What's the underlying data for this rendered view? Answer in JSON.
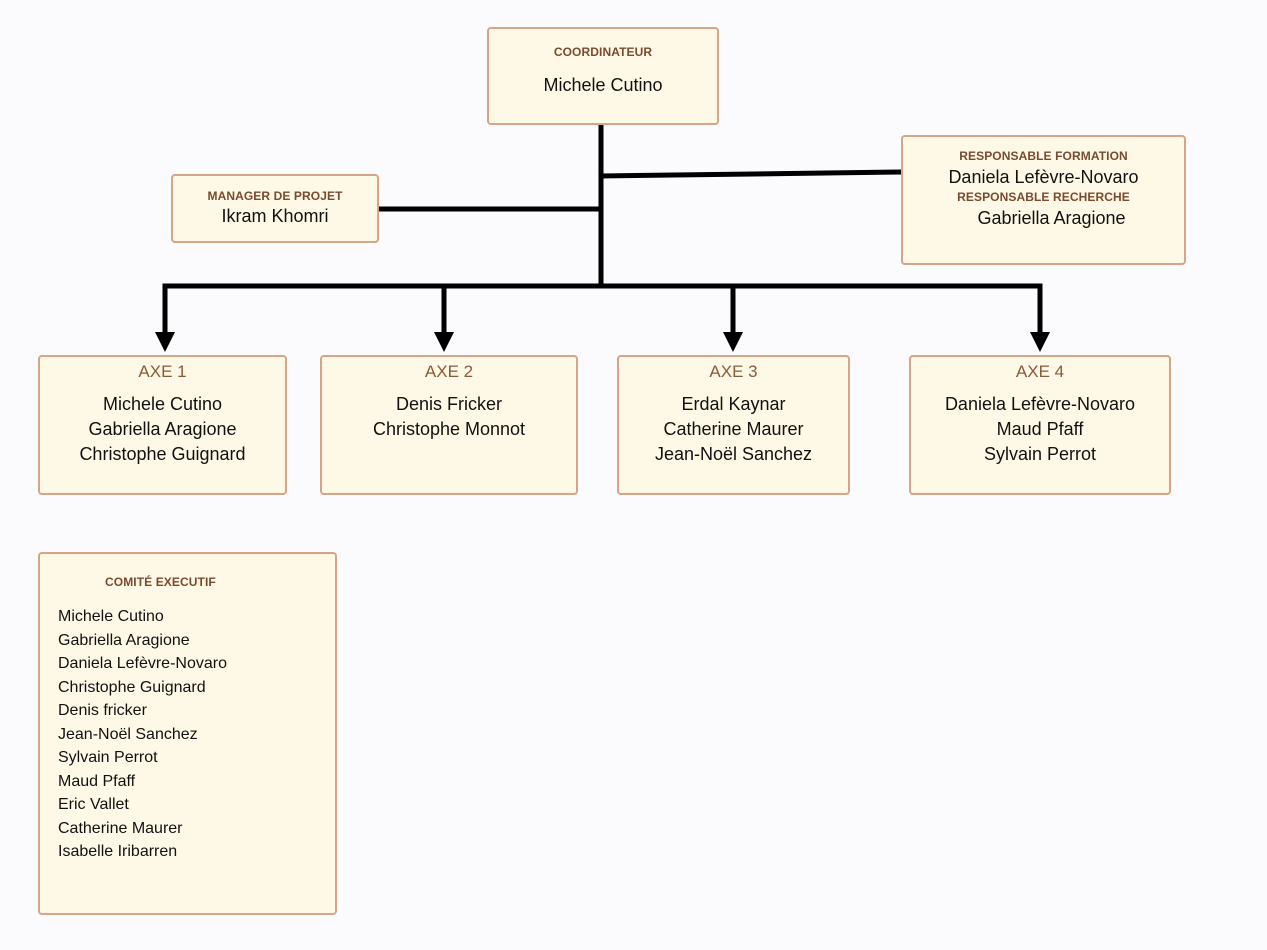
{
  "coordinateur": {
    "role": "COORDINATEUR",
    "name": "Michele Cutino"
  },
  "manager": {
    "role": "MANAGER DE PROJET",
    "name": "Ikram Khomri"
  },
  "responsables": {
    "formation_role": "RESPONSABLE FORMATION",
    "formation_name": "Daniela Lefèvre-Novaro",
    "recherche_role": "RESPONSABLE RECHERCHE",
    "recherche_name": "Gabriella Aragione"
  },
  "axes": [
    {
      "title": "AXE 1",
      "members": [
        "Michele Cutino",
        "Gabriella Aragione",
        "Christophe Guignard"
      ]
    },
    {
      "title": "AXE 2",
      "members": [
        "Denis Fricker",
        "Christophe Monnot"
      ]
    },
    {
      "title": "AXE 3",
      "members": [
        "Erdal Kaynar",
        "Catherine Maurer",
        "Jean-Noël Sanchez"
      ]
    },
    {
      "title": "AXE 4",
      "members": [
        "Daniela Lefèvre-Novaro",
        "Maud Pfaff",
        "Sylvain Perrot"
      ]
    }
  ],
  "comite": {
    "title": "COMITÉ EXECUTIF",
    "members": [
      "Michele Cutino",
      "Gabriella Aragione",
      "Daniela Lefèvre-Novaro",
      "Christophe Guignard",
      "Denis fricker",
      "Jean-Noël Sanchez",
      "Sylvain Perrot",
      "Maud Pfaff",
      "Eric Vallet",
      "Catherine Maurer",
      "Isabelle Iribarren"
    ]
  },
  "colors": {
    "box_fill": "#fef9e7",
    "box_border": "#d6a588",
    "role_text": "#7a4a2e",
    "connector": "#000000"
  }
}
